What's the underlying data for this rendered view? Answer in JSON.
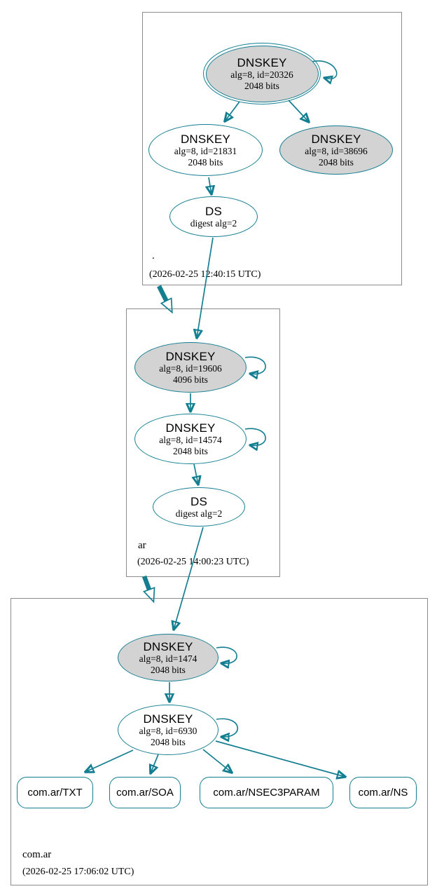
{
  "colors": {
    "edge": "#147e91",
    "ksk_fill": "#d3d3d3",
    "node_fill": "#ffffff",
    "zone_border": "#8c8c8c"
  },
  "zones": {
    "root": {
      "name": ".",
      "timestamp": "(2026-02-25 12:40:15 UTC)",
      "ksk": {
        "title": "DNSKEY",
        "detail": "alg=8, id=20326",
        "bits": "2048 bits"
      },
      "zsk": {
        "title": "DNSKEY",
        "detail": "alg=8, id=21831",
        "bits": "2048 bits"
      },
      "standby": {
        "title": "DNSKEY",
        "detail": "alg=8, id=38696",
        "bits": "2048 bits"
      },
      "ds": {
        "title": "DS",
        "detail": "digest alg=2"
      }
    },
    "ar": {
      "name": "ar",
      "timestamp": "(2026-02-25 14:00:23 UTC)",
      "ksk": {
        "title": "DNSKEY",
        "detail": "alg=8, id=19606",
        "bits": "4096 bits"
      },
      "zsk": {
        "title": "DNSKEY",
        "detail": "alg=8, id=14574",
        "bits": "2048 bits"
      },
      "ds": {
        "title": "DS",
        "detail": "digest alg=2"
      }
    },
    "comar": {
      "name": "com.ar",
      "timestamp": "(2026-02-25 17:06:02 UTC)",
      "ksk": {
        "title": "DNSKEY",
        "detail": "alg=8, id=1474",
        "bits": "2048 bits"
      },
      "zsk": {
        "title": "DNSKEY",
        "detail": "alg=8, id=6930",
        "bits": "2048 bits"
      },
      "rrsets": [
        {
          "label": "com.ar/TXT"
        },
        {
          "label": "com.ar/SOA"
        },
        {
          "label": "com.ar/NSEC3PARAM"
        },
        {
          "label": "com.ar/NS"
        }
      ]
    }
  }
}
